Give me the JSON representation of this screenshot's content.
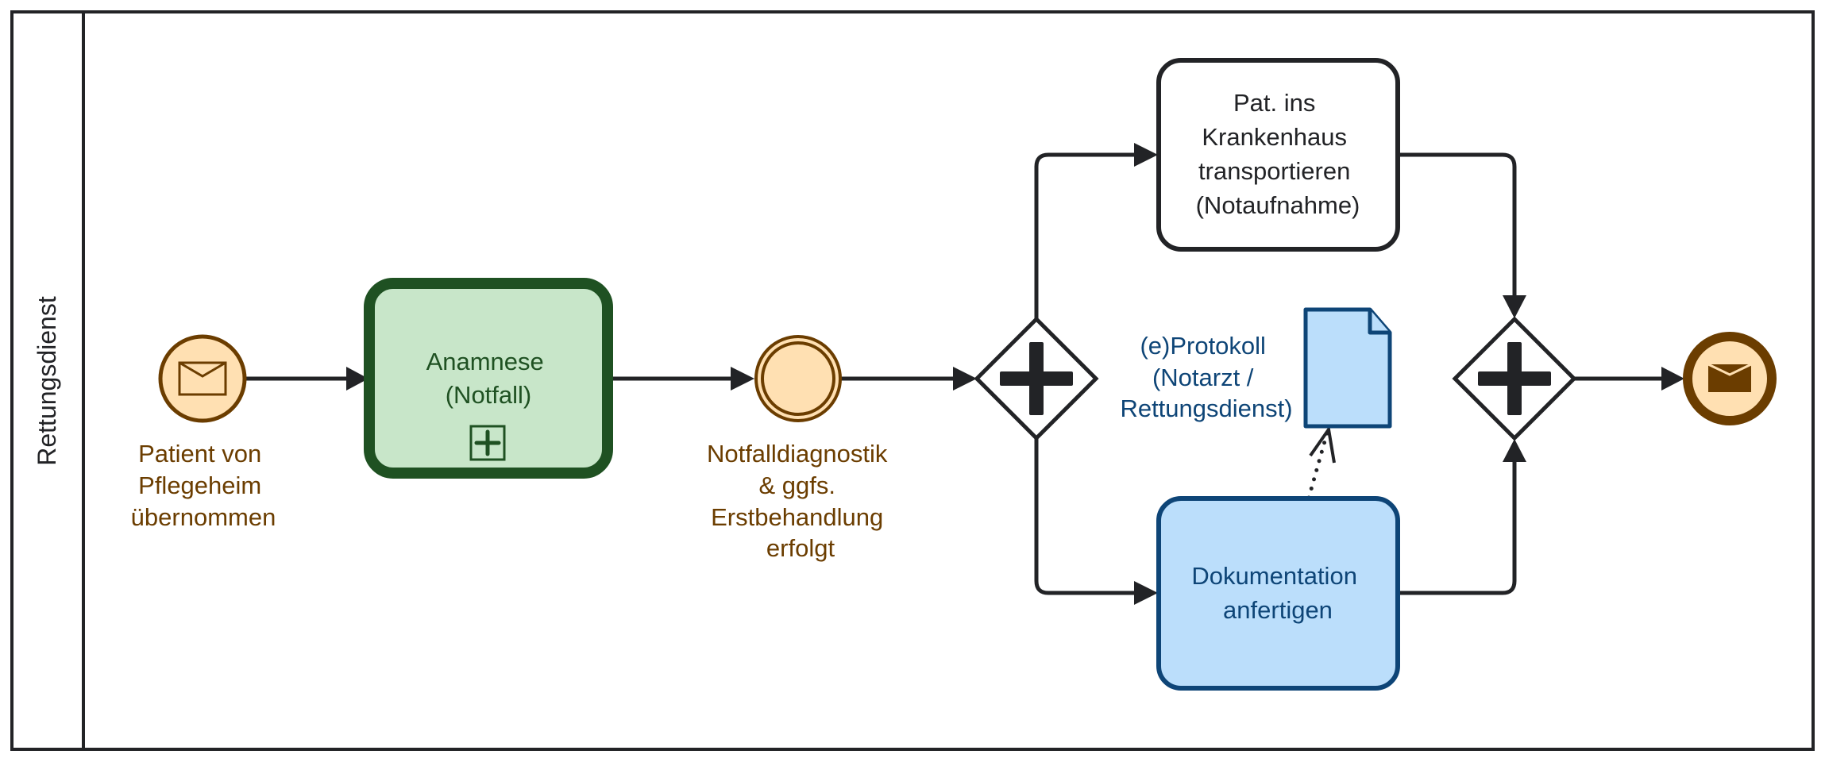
{
  "diagram": {
    "type": "BPMN process",
    "pool": {
      "lane_label": "Rettungsdienst"
    },
    "elements": {
      "start_event": {
        "kind": "message start event",
        "icon": "envelope-icon",
        "label_lines": [
          "Patient von",
          "Pflegeheim",
          "übernommen"
        ]
      },
      "task_anamnese": {
        "kind": "collapsed subprocess",
        "label_lines": [
          "Anamnese",
          "(Notfall)"
        ],
        "marker": "plus-box-icon"
      },
      "intermediate_event": {
        "kind": "intermediate event",
        "label_lines": [
          "Notfalldiagnostik",
          "& ggfs.",
          "Erstbehandlung",
          "erfolgt"
        ]
      },
      "gateway_split": {
        "kind": "parallel gateway (split)",
        "icon": "plus-icon"
      },
      "task_transport": {
        "kind": "task",
        "label_lines": [
          "Pat. ins",
          "Krankenhaus",
          "transportieren",
          "(Notaufnahme)"
        ]
      },
      "task_documentation": {
        "kind": "task",
        "label_lines": [
          "Dokumentation",
          "anfertigen"
        ]
      },
      "data_object": {
        "kind": "data object",
        "icon": "document-icon",
        "label_lines": [
          "(e)Protokoll",
          "(Notarzt /",
          "Rettungsdienst)"
        ]
      },
      "gateway_join": {
        "kind": "parallel gateway (join)",
        "icon": "plus-icon"
      },
      "end_event": {
        "kind": "message end event",
        "icon": "envelope-filled-icon"
      }
    },
    "colors": {
      "line": "#222326",
      "event_fill": "#FFE0B2",
      "event_stroke": "#6B3D00",
      "green_fill": "#C8E6C9",
      "green_stroke": "#1F5122",
      "blue_fill": "#BBDEFB",
      "blue_stroke": "#0E4577",
      "task_fill": "#FFFFFF"
    }
  }
}
